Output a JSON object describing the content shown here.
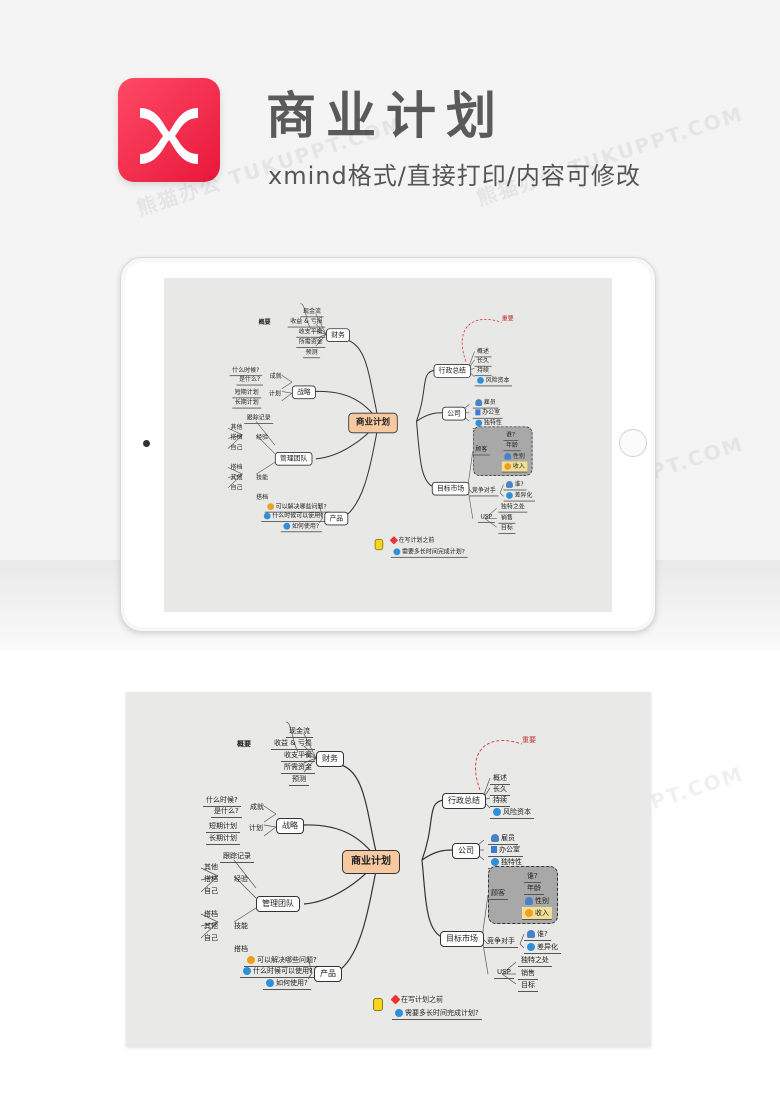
{
  "header": {
    "title": "商业计划",
    "subtitle": "xmind格式/直接打印/内容可修改"
  },
  "watermark": {
    "text": "熊猫办公 TUKUPPT.COM"
  },
  "mindmap": {
    "central": "商业计划",
    "finance": {
      "label": "财务",
      "group": "概要",
      "items": [
        "现金流",
        "收益 & 亏损",
        "收支平衡",
        "所需资金",
        "预测"
      ]
    },
    "strategy": {
      "label": "战略",
      "achieve": "成就",
      "plan": "计划",
      "questions": [
        "什么时候?",
        "是什么?"
      ],
      "terms": [
        "短期计划",
        "长期计划"
      ]
    },
    "team": {
      "label": "管理团队",
      "record": "跟踪记录",
      "experience": "经验",
      "skills": "技能",
      "group1": [
        "其他",
        "搭档",
        "自己"
      ],
      "group2": [
        "搭档",
        "其他",
        "自己"
      ],
      "extra": "搭档"
    },
    "product": {
      "label": "产品",
      "items": [
        "可以解决哪些问题?",
        "什么时候可以使用?",
        "如何使用?"
      ]
    },
    "admin": {
      "label": "行政总结",
      "items": [
        "概述",
        "长久",
        "持续",
        "风险资本"
      ],
      "callout": "重要"
    },
    "company": {
      "label": "公司",
      "items": [
        "雇员",
        "办公室",
        "独特性"
      ]
    },
    "market": {
      "label": "目标市场",
      "customer": "顾客",
      "customer_items": [
        "谁?",
        "年龄",
        "性别",
        "收入"
      ],
      "competitor": "竞争对手",
      "competitor_items": [
        "谁?",
        "差异化"
      ],
      "usp": "USP",
      "usp_items": [
        "独特之处",
        "销售",
        "目标"
      ]
    },
    "legend": [
      "在写计划之前",
      "需要多长时间完成计划?"
    ]
  }
}
